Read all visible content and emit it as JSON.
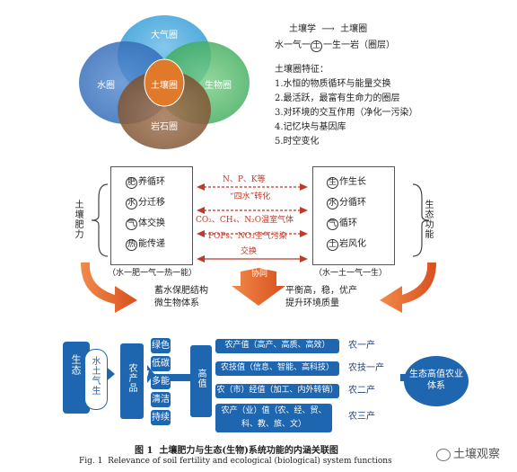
{
  "venn": {
    "top": "大气圈",
    "left": "水圈",
    "center": "土壤圈",
    "right": "生物圈",
    "bottom": "岩石圈"
  },
  "topright": {
    "line1_a": "土壤学",
    "line1_b": "土壤圈",
    "line2_a": "水一气一",
    "line2_ring": "土",
    "line2_b": "一生一岩（圈层）",
    "features_title": "土壤圈特征：",
    "features": [
      "1.水恒的物质循环与能量交换",
      "2.最活跃，最富有生命力的圈层",
      "3.对环境的交互作用（净化一污染）",
      "4.记忆块与基因库",
      "5.时空变化"
    ]
  },
  "left_panel": {
    "side_label": "土壤肥力",
    "items": [
      {
        "ring": "肥",
        "text": "养循环"
      },
      {
        "ring": "水",
        "text": "分迁移"
      },
      {
        "ring": "气",
        "text": "体交换"
      },
      {
        "ring": "热",
        "text": "能传递"
      }
    ],
    "bottom": "（水一肥一气一热一能）",
    "note_line1": "蓄水保肥结构",
    "note_line2": "微生物体系"
  },
  "right_panel": {
    "side_label": "生态功能",
    "items": [
      {
        "ring": "生",
        "text": "作生长"
      },
      {
        "ring": "水",
        "text": "分循环"
      },
      {
        "ring": "气",
        "text": "循环"
      },
      {
        "ring": "土",
        "text": "岩风化"
      }
    ],
    "bottom": "（水一土一气一生）",
    "note_line1": "平衡高，稳，优产",
    "note_line2": "提升环境质量"
  },
  "middle": {
    "m1": "N、P、K等",
    "m2": "“四水”转化",
    "m3": "CO₂、CH₄、N₂O温室气体",
    "m4": "POPs、NO₃空气污染",
    "m5": "交换",
    "m6": "协同"
  },
  "bottom_diagram": {
    "left_box": "生态",
    "left_circle": "水土气生",
    "product_box": "农产品",
    "tags": [
      "绿色",
      "低碳",
      "多能",
      "清洁",
      "持续"
    ],
    "value_box": "高值",
    "rows": [
      {
        "text": "农产值（高产、高质、高效）",
        "label": "农一产"
      },
      {
        "text": "农技值（信息、智能、高科技）",
        "label": "农技一产"
      },
      {
        "text": "农（市）经值（加工、内外转销）",
        "label": "农二产"
      },
      {
        "text": "农产（业）值（农、经、贸、科、教、旅、文）",
        "label": "农三产"
      }
    ],
    "oval": "生态高值农业体系"
  },
  "caption": {
    "cn_prefix": "图 1",
    "cn": "土壤肥力与生态(生物)系统功能的内涵关联图",
    "en_prefix": "Fig. 1",
    "en": "Relevance of soil fertility and ecological (biological) system functions"
  },
  "watermark": "土壤观察"
}
